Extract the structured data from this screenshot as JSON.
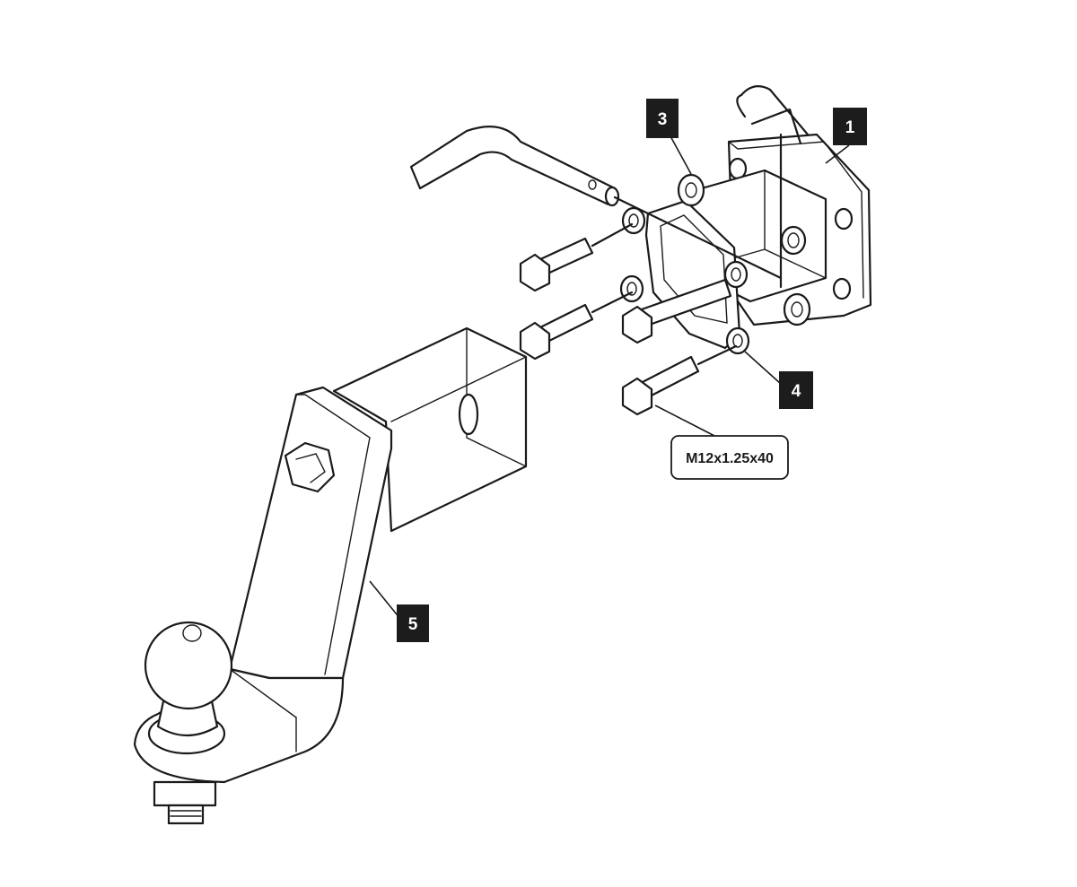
{
  "callouts": [
    {
      "id": "tag-1",
      "label": "1"
    },
    {
      "id": "tag-3",
      "label": "3"
    },
    {
      "id": "tag-4",
      "label": "4"
    },
    {
      "id": "tag-5",
      "label": "5"
    }
  ],
  "bolt_spec": "M12x1.25x40",
  "colors": {
    "line": "#1a1a1a",
    "tag_fill": "#1c1c1c",
    "tag_text": "#ffffff",
    "background": "#ffffff"
  }
}
